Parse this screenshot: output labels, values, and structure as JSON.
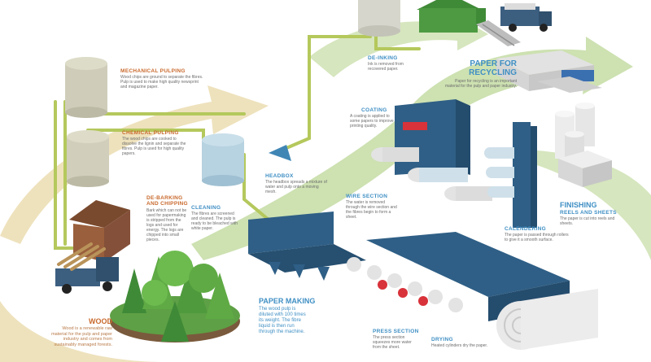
{
  "colors": {
    "background": "#ffffff",
    "arrow_green": "#c4dca3",
    "arrow_sand": "#ecdfb6",
    "pipe": "#b4c85c",
    "machine_blue": "#2f5f86",
    "roll_grey": "#e3e3e3",
    "roll_red": "#d8323a",
    "tree_green": "#5faa44",
    "cabin_brown": "#9a5f3c",
    "shed_green": "#4e9a43",
    "truck_blue": "#3c5f80",
    "heading_orange": "#c9692c",
    "heading_blue": "#3f8fc4"
  },
  "stages": {
    "mechanical_pulping": {
      "heading": "MECHANICAL PULPING",
      "body": "Wood chips are ground to separate the fibres. Pulp is used to make high quality newsprint and magazine paper."
    },
    "chemical_pulping": {
      "heading": "CHEMICAL PULPING",
      "body": "The wood chips are cooked to dissolve the lignin and separate the fibres. Pulp is used for high quality papers."
    },
    "debarking": {
      "heading": "DE-BARKING AND CHIPPING",
      "body": "Bark which can not be used for papermaking is stripped from the logs and used for energy. The logs are chipped into small pieces."
    },
    "cleaning": {
      "heading": "CLEANING",
      "body": "The fibres are screened and cleaned. The pulp is ready to be bleached with white paper."
    },
    "headbox": {
      "heading": "HEADBOX",
      "body": "The headbox spreads a mixture of water and pulp onto a moving mesh."
    },
    "wire_section": {
      "heading": "WIRE SECTION",
      "body": "The water is removed through the wire section and the fibres begin to form a sheet."
    },
    "press_section": {
      "heading": "PRESS SECTION",
      "body": "The press section squeezes more water from the sheet."
    },
    "drying": {
      "heading": "DRYING",
      "body": "Heated cylinders dry the paper."
    },
    "calendering": {
      "heading": "CALENDERING",
      "body": "The paper is passed through rollers to give it a smooth surface."
    },
    "coating": {
      "heading": "COATING",
      "body": "A coating is applied to some papers to improve printing quality."
    },
    "deinking": {
      "heading": "DE-INKING",
      "body": "Ink is removed from recovered paper."
    },
    "finishing": {
      "heading": "FINISHING",
      "sub": "REELS AND SHEETS",
      "body": "The paper is cut into reels and sheets."
    },
    "paper_for_recycling": {
      "heading_line1": "PAPER FOR",
      "heading_line2": "RECYCLING",
      "body": "Paper for recycling is an important material for the pulp and paper industry."
    },
    "paper_making": {
      "heading": "PAPER MAKING",
      "body": "The wood pulp is diluted with 100 times its weight. The fibre liquid is then run through the machine."
    },
    "wood": {
      "heading": "WOOD",
      "body": "Wood is a renewable raw material for the pulp and paper industry and comes from sustainably managed forests."
    }
  }
}
